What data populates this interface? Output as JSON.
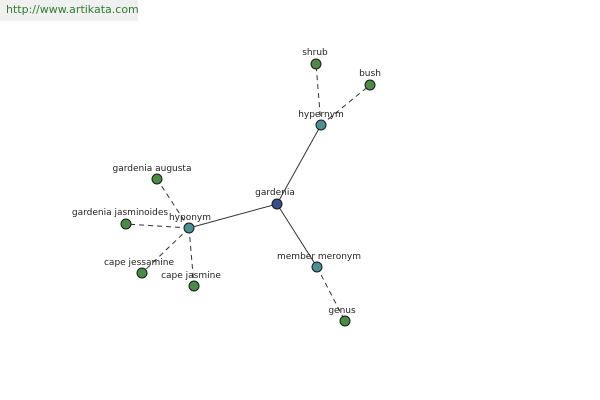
{
  "banner": {
    "url": "http://www.artikata.com"
  },
  "colors": {
    "center": "#3a4d8a",
    "relation": "#4e8f93",
    "leaf": "#4a8c44"
  },
  "graph": {
    "nodes": [
      {
        "id": "gardenia",
        "label": "gardenia",
        "kind": "center"
      },
      {
        "id": "hypernym",
        "label": "hypernym",
        "kind": "relation"
      },
      {
        "id": "hyponym",
        "label": "hyponym",
        "kind": "relation"
      },
      {
        "id": "member-meronym",
        "label": "member meronym",
        "kind": "relation"
      },
      {
        "id": "shrub",
        "label": "shrub",
        "kind": "leaf"
      },
      {
        "id": "bush",
        "label": "bush",
        "kind": "leaf"
      },
      {
        "id": "gardenia-augusta",
        "label": "gardenia augusta",
        "kind": "leaf"
      },
      {
        "id": "gardenia-jasminoides",
        "label": "gardenia jasminoides",
        "kind": "leaf"
      },
      {
        "id": "cape-jessamine",
        "label": "cape jessamine",
        "kind": "leaf"
      },
      {
        "id": "cape-jasmine",
        "label": "cape jasmine",
        "kind": "leaf"
      },
      {
        "id": "genus",
        "label": "genus",
        "kind": "leaf"
      }
    ],
    "edges": [
      {
        "from": "gardenia",
        "to": "hypernym",
        "style": "solid"
      },
      {
        "from": "gardenia",
        "to": "hyponym",
        "style": "solid"
      },
      {
        "from": "gardenia",
        "to": "member-meronym",
        "style": "solid"
      },
      {
        "from": "hypernym",
        "to": "shrub",
        "style": "dashed"
      },
      {
        "from": "hypernym",
        "to": "bush",
        "style": "dashed"
      },
      {
        "from": "hyponym",
        "to": "gardenia-augusta",
        "style": "dashed"
      },
      {
        "from": "hyponym",
        "to": "gardenia-jasminoides",
        "style": "dashed"
      },
      {
        "from": "hyponym",
        "to": "cape-jessamine",
        "style": "dashed"
      },
      {
        "from": "hyponym",
        "to": "cape-jasmine",
        "style": "dashed"
      },
      {
        "from": "member-meronym",
        "to": "genus",
        "style": "dashed"
      }
    ]
  }
}
